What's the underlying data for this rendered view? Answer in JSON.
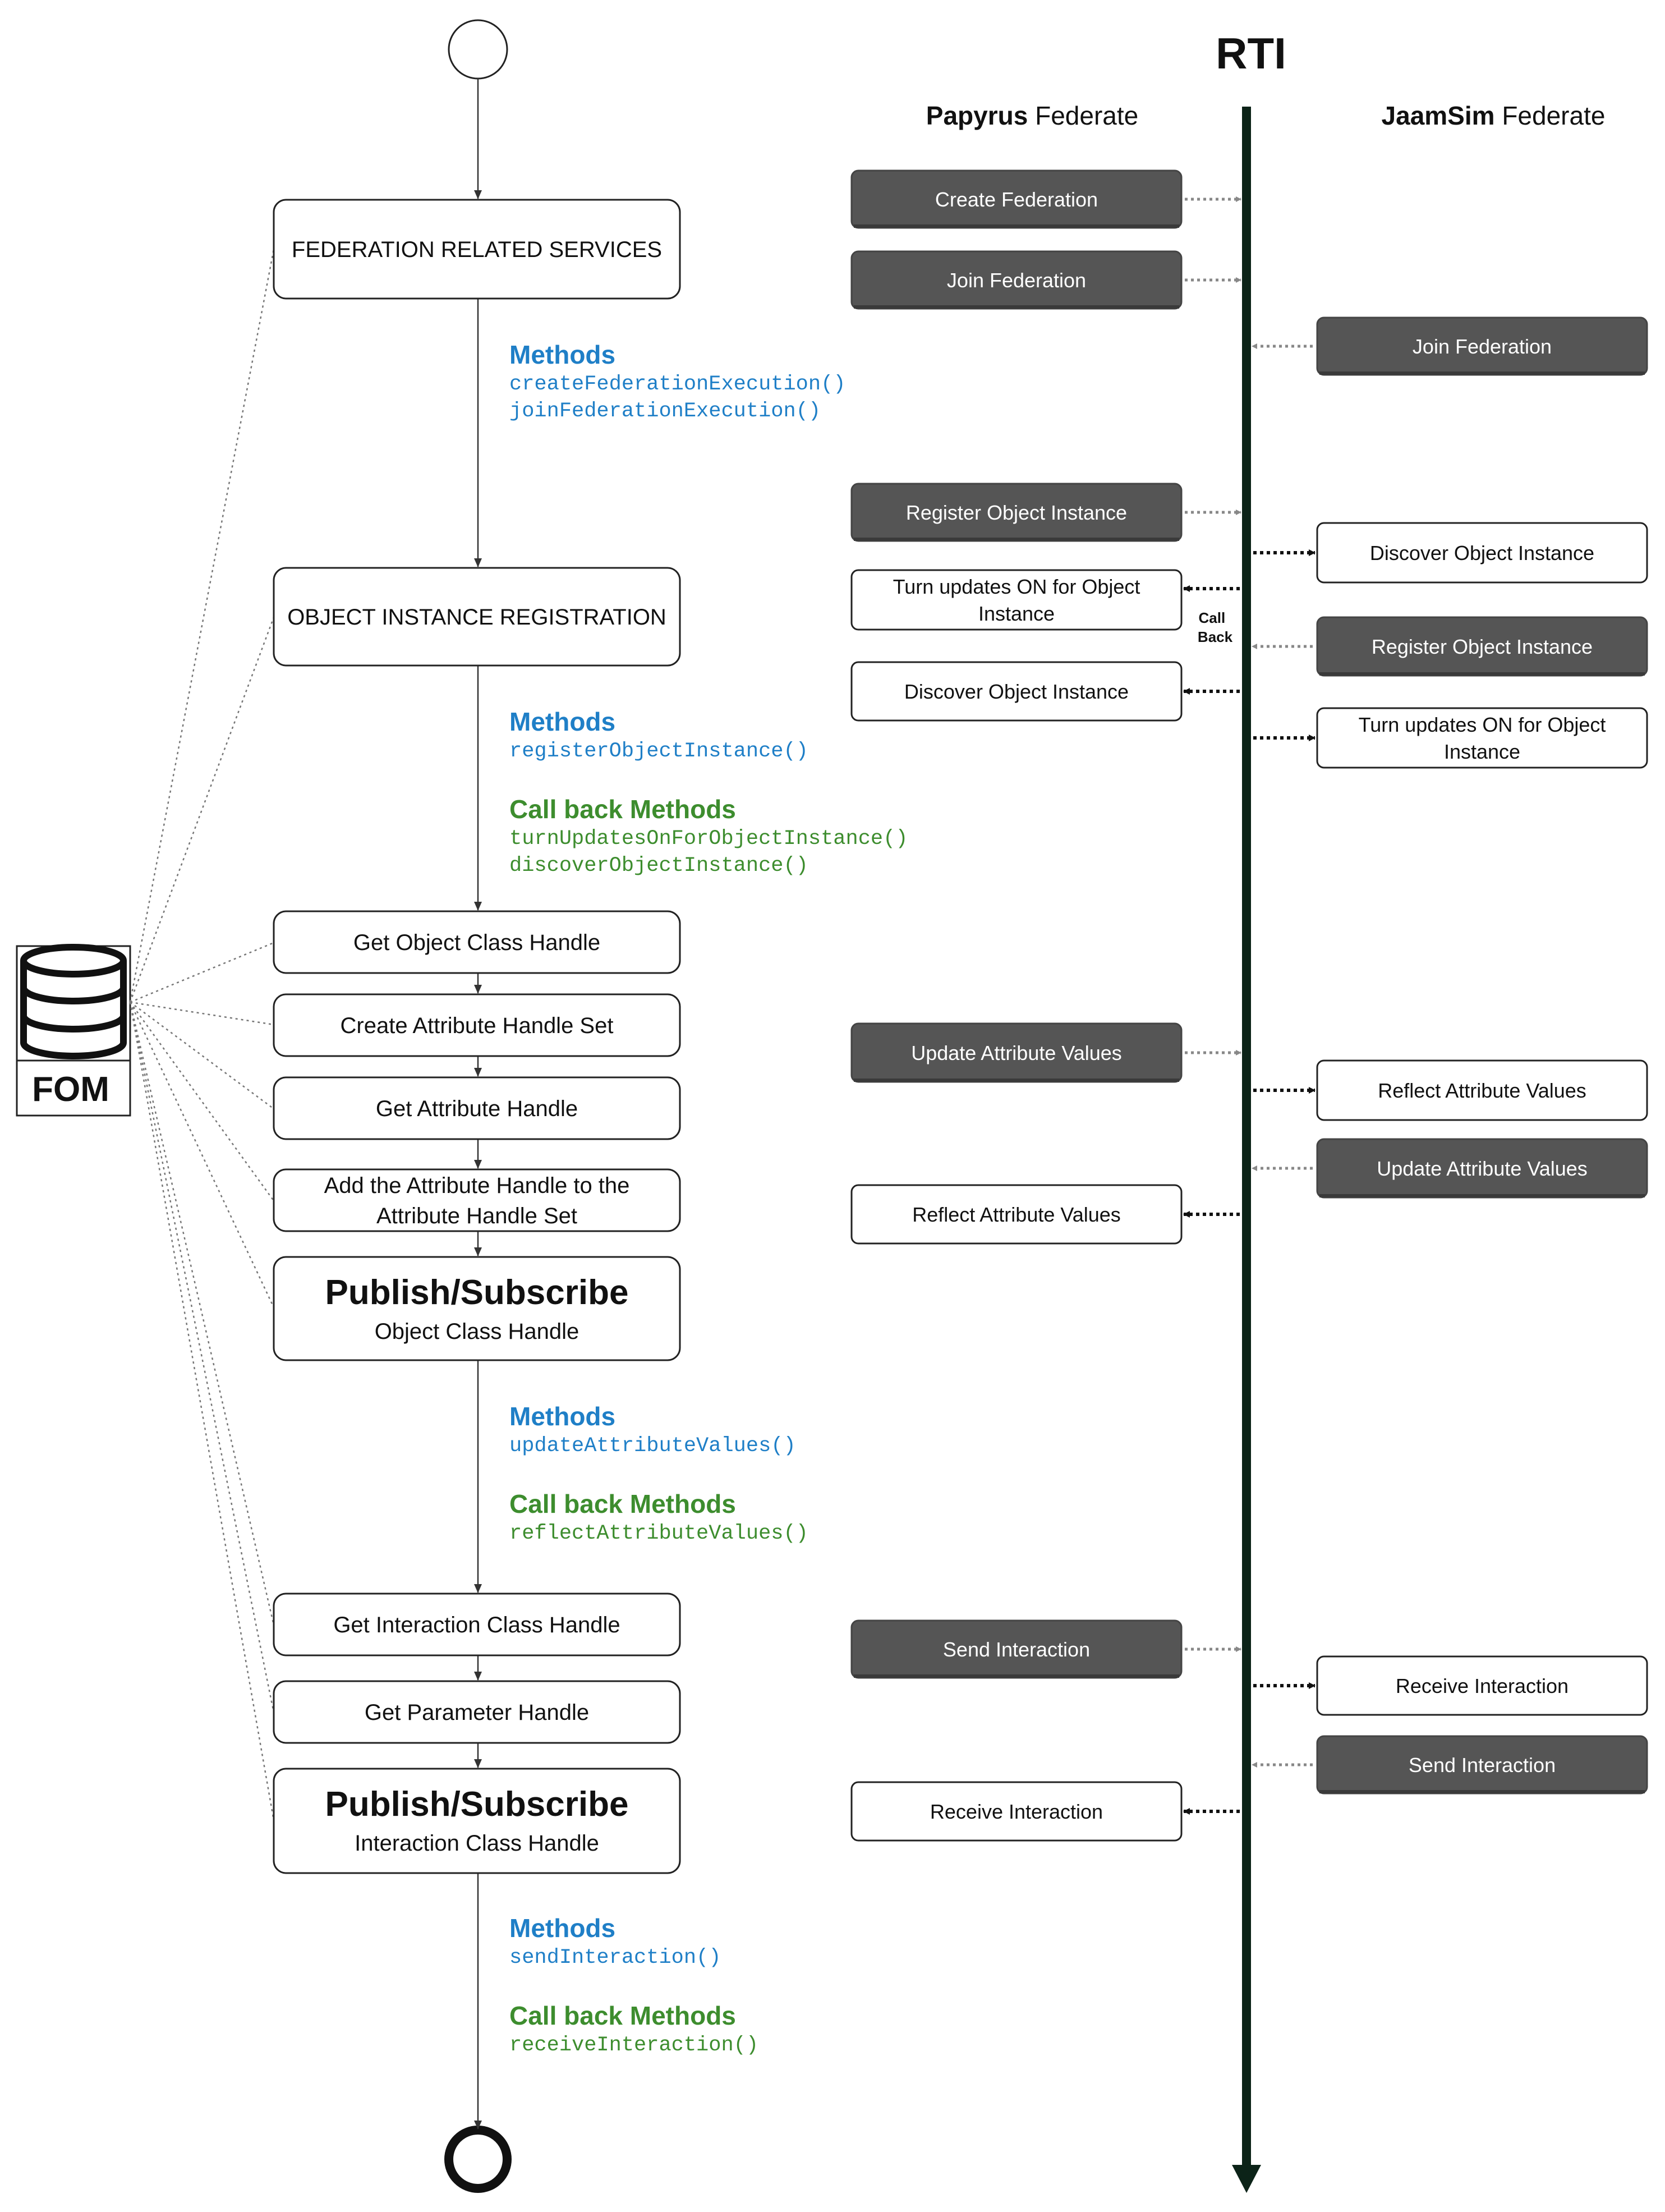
{
  "rti": {
    "title": "RTI"
  },
  "federates": {
    "papyrus": {
      "name": "Papyrus",
      "suffix": " Federate"
    },
    "jaamsim": {
      "name": "JaamSim",
      "suffix": " Federate"
    }
  },
  "fom": {
    "label": "FOM"
  },
  "flow": {
    "steps": [
      {
        "id": "federation-related-services",
        "lines": [
          "FEDERATION RELATED SERVICES"
        ]
      },
      {
        "id": "object-instance-registration",
        "lines": [
          "OBJECT INSTANCE REGISTRATION"
        ]
      },
      {
        "id": "get-object-class-handle",
        "lines": [
          "Get Object Class Handle"
        ]
      },
      {
        "id": "create-attribute-handle-set",
        "lines": [
          "Create Attribute Handle Set"
        ]
      },
      {
        "id": "get-attribute-handle",
        "lines": [
          "Get Attribute Handle"
        ]
      },
      {
        "id": "add-attribute-handle",
        "lines": [
          "Add the Attribute Handle to the",
          "Attribute Handle Set"
        ]
      },
      {
        "id": "publish-subscribe-object",
        "title": "Publish/Subscribe",
        "sub": "Object Class Handle"
      },
      {
        "id": "get-interaction-class-handle",
        "lines": [
          "Get Interaction Class Handle"
        ]
      },
      {
        "id": "get-parameter-handle",
        "lines": [
          "Get Parameter Handle"
        ]
      },
      {
        "id": "publish-subscribe-interaction",
        "title": "Publish/Subscribe",
        "sub": "Interaction Class Handle"
      }
    ],
    "method_groups": [
      {
        "id": "federation",
        "methods_label": "Methods",
        "methods": [
          "createFederationExecution()",
          "joinFederationExecution()"
        ]
      },
      {
        "id": "registration",
        "methods_label": "Methods",
        "methods": [
          "registerObjectInstance()"
        ],
        "callback_label": "Call back Methods",
        "callbacks": [
          "turnUpdatesOnForObjectInstance()",
          "discoverObjectInstance()"
        ]
      },
      {
        "id": "attributes",
        "methods_label": "Methods",
        "methods": [
          "updateAttributeValues()"
        ],
        "callback_label": "Call back Methods",
        "callbacks": [
          "reflectAttributeValues()"
        ]
      },
      {
        "id": "interaction",
        "methods_label": "Methods",
        "methods": [
          "sendInteraction()"
        ],
        "callback_label": "Call back Methods",
        "callbacks": [
          "receiveInteraction()"
        ]
      }
    ]
  },
  "papyrus_boxes": [
    {
      "id": "create-federation",
      "lines": [
        "Create Federation"
      ],
      "style": "dark",
      "arrow": "to-rti"
    },
    {
      "id": "join-federation",
      "lines": [
        "Join Federation"
      ],
      "style": "dark",
      "arrow": "to-rti"
    },
    {
      "id": "register-object-instance",
      "lines": [
        "Register Object Instance"
      ],
      "style": "dark",
      "arrow": "to-rti"
    },
    {
      "id": "turn-updates-on",
      "lines": [
        "Turn updates ON for Object",
        "Instance"
      ],
      "style": "light",
      "arrow": "from-rti"
    },
    {
      "id": "discover-object-instance",
      "lines": [
        "Discover Object Instance"
      ],
      "style": "light",
      "arrow": "from-rti"
    },
    {
      "id": "update-attribute-values",
      "lines": [
        "Update Attribute Values"
      ],
      "style": "dark",
      "arrow": "to-rti"
    },
    {
      "id": "reflect-attribute-values",
      "lines": [
        "Reflect Attribute Values"
      ],
      "style": "light",
      "arrow": "from-rti"
    },
    {
      "id": "send-interaction",
      "lines": [
        "Send Interaction"
      ],
      "style": "dark",
      "arrow": "to-rti"
    },
    {
      "id": "receive-interaction",
      "lines": [
        "Receive Interaction"
      ],
      "style": "light",
      "arrow": "from-rti"
    }
  ],
  "jaamsim_boxes": [
    {
      "id": "join-federation",
      "lines": [
        "Join Federation"
      ],
      "style": "dark",
      "arrow": "to-rti"
    },
    {
      "id": "discover-object-instance",
      "lines": [
        "Discover Object Instance"
      ],
      "style": "light",
      "arrow": "from-rti"
    },
    {
      "id": "register-object-instance",
      "lines": [
        "Register Object Instance"
      ],
      "style": "dark",
      "arrow": "to-rti"
    },
    {
      "id": "turn-updates-on",
      "lines": [
        "Turn updates ON for Object",
        "Instance"
      ],
      "style": "light",
      "arrow": "from-rti"
    },
    {
      "id": "reflect-attribute-values",
      "lines": [
        "Reflect Attribute Values"
      ],
      "style": "light",
      "arrow": "from-rti"
    },
    {
      "id": "update-attribute-values",
      "lines": [
        "Update Attribute Values"
      ],
      "style": "dark",
      "arrow": "to-rti"
    },
    {
      "id": "receive-interaction",
      "lines": [
        "Receive Interaction"
      ],
      "style": "light",
      "arrow": "from-rti"
    },
    {
      "id": "send-interaction",
      "lines": [
        "Send Interaction"
      ],
      "style": "dark",
      "arrow": "to-rti"
    }
  ],
  "callback_note": {
    "lines": [
      "Call",
      "Back"
    ]
  },
  "colors": {
    "methods": "#1f7fc7",
    "callbacks": "#3d8d2e",
    "dark_box": "#555555",
    "rti_line": "#0c2318",
    "outline": "#222222"
  }
}
